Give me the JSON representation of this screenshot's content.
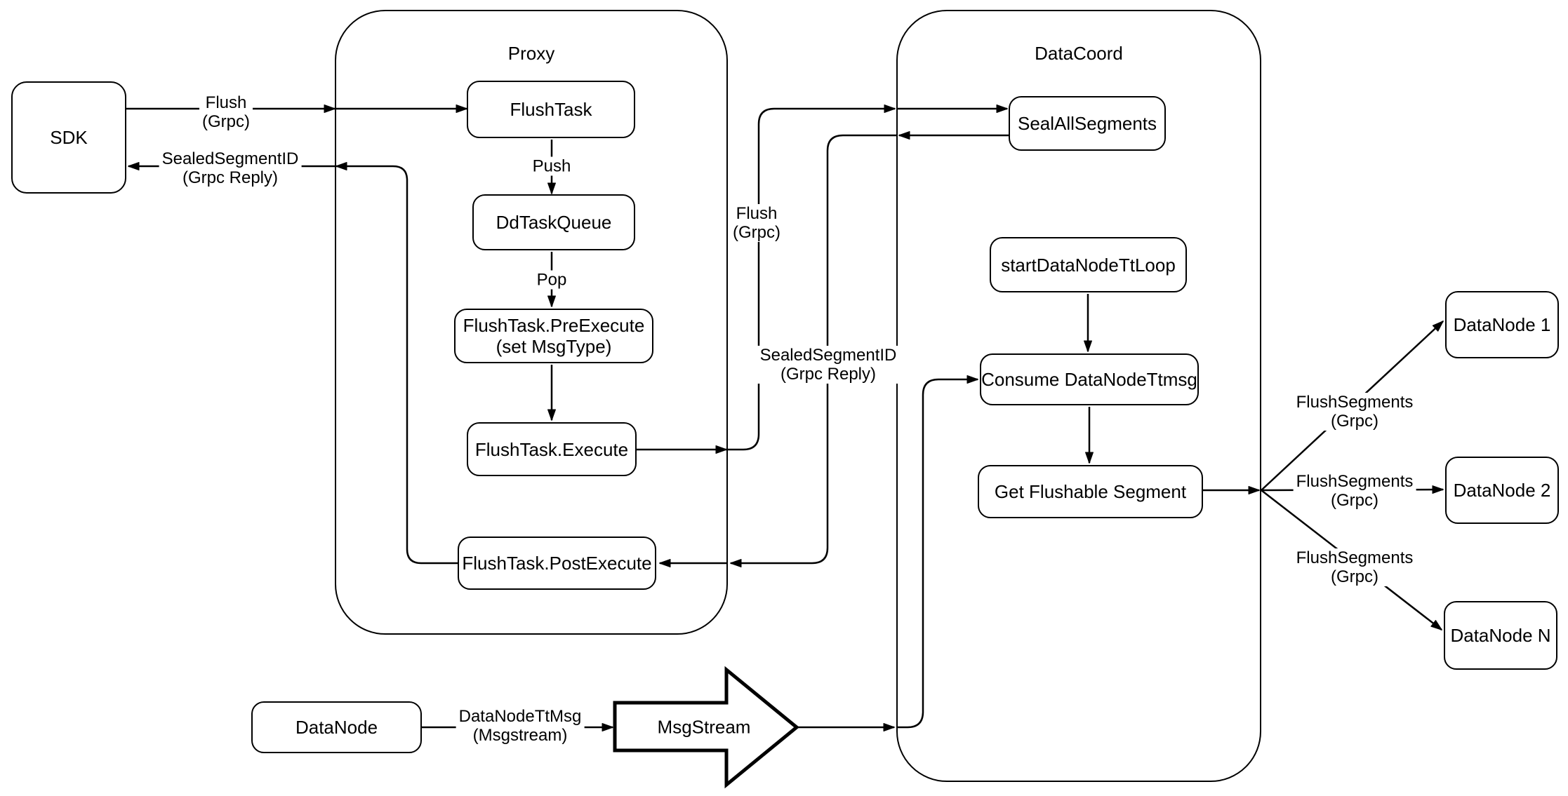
{
  "diagram": {
    "background": "#ffffff",
    "line_color": "#000000",
    "containers": {
      "proxy": {
        "title": "Proxy"
      },
      "datacoord": {
        "title": "DataCoord"
      }
    },
    "nodes": {
      "sdk": {
        "label": "SDK"
      },
      "flush_task": {
        "label": "FlushTask"
      },
      "dd_task_queue": {
        "label": "DdTaskQueue"
      },
      "pre_execute": {
        "label": "FlushTask.PreExecute",
        "sublabel": "(set MsgType)"
      },
      "execute": {
        "label": "FlushTask.Execute"
      },
      "post_execute": {
        "label": "FlushTask.PostExecute"
      },
      "seal_all_segments": {
        "label": "SealAllSegments"
      },
      "start_datanode_tt_loop": {
        "label": "startDataNodeTtLoop"
      },
      "consume_datanode_ttmsg": {
        "label": "Consume DataNodeTtmsg"
      },
      "get_flushable_segment": {
        "label": "Get Flushable Segment"
      },
      "datanode_1": {
        "label": "DataNode 1"
      },
      "datanode_2": {
        "label": "DataNode 2"
      },
      "datanode_n": {
        "label": "DataNode N"
      },
      "datanode": {
        "label": "DataNode"
      },
      "msgstream": {
        "label": "MsgStream"
      }
    },
    "edge_labels": {
      "flush_sdk_proxy": {
        "line1": "Flush",
        "line2": "(Grpc)"
      },
      "sealed_segment_reply_sdk": {
        "line1": "SealedSegmentID",
        "line2": "(Grpc Reply)"
      },
      "push": {
        "text": "Push"
      },
      "pop": {
        "text": "Pop"
      },
      "flush_proxy_datacoord": {
        "line1": "Flush",
        "line2": "(Grpc)"
      },
      "sealed_segment_reply_datacoord": {
        "line1": "SealedSegmentID",
        "line2": "(Grpc Reply)"
      },
      "flush_segments_1": {
        "line1": "FlushSegments",
        "line2": "(Grpc)"
      },
      "flush_segments_2": {
        "line1": "FlushSegments",
        "line2": "(Grpc)"
      },
      "flush_segments_3": {
        "line1": "FlushSegments",
        "line2": "(Grpc)"
      },
      "datanode_ttmsg": {
        "line1": "DataNodeTtMsg",
        "line2": "(Msgstream)"
      }
    }
  }
}
